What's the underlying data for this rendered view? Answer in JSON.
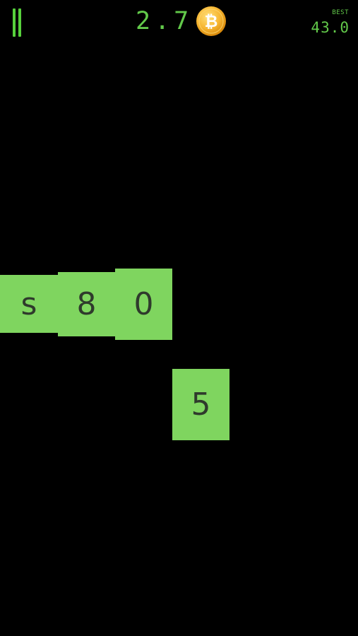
{
  "hud": {
    "pause_icon": "pause-icon",
    "score": "2.7",
    "coin_icon": "bitcoin-coin-icon",
    "best_label": "BEST",
    "best_value": "43.0"
  },
  "tiles": [
    {
      "label": "s"
    },
    {
      "label": "8"
    },
    {
      "label": "0"
    },
    {
      "label": "5"
    }
  ],
  "colors": {
    "background": "#000000",
    "accent_green": "#62c94a",
    "tile_green": "#7fd55f",
    "tile_text": "#2f3a2c",
    "coin_gold": "#f5a623"
  }
}
